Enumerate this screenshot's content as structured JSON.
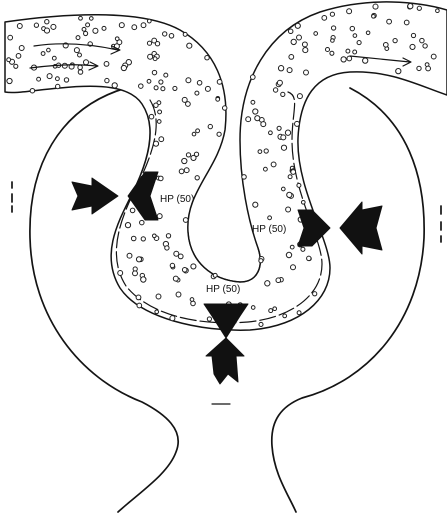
{
  "labels": {
    "hp_left": "HP (50)",
    "hp_right": "HP (50)",
    "hp_bottom": "HP (50)"
  },
  "colors": {
    "ink": "#111111",
    "background": "#ffffff"
  }
}
